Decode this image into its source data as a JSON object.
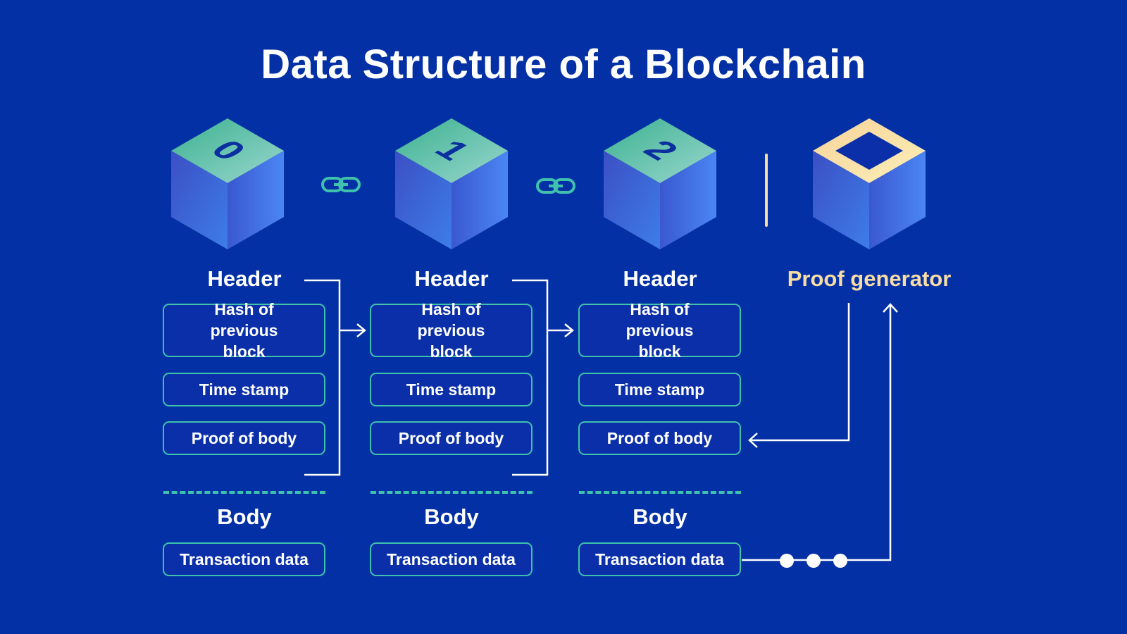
{
  "title": "Data Structure of a Blockchain",
  "colors": {
    "background": "#0330a4",
    "box_border": "#3ec2ae",
    "proof_accent": "#f8dca4",
    "text": "#ffffff"
  },
  "blocks": [
    {
      "number": "0",
      "header_label": "Header",
      "fields": [
        "Hash of previous block",
        "Time stamp",
        "Proof of body"
      ],
      "body_label": "Body",
      "body_field": "Transaction data"
    },
    {
      "number": "1",
      "header_label": "Header",
      "fields": [
        "Hash of previous block",
        "Time stamp",
        "Proof of body"
      ],
      "body_label": "Body",
      "body_field": "Transaction data"
    },
    {
      "number": "2",
      "header_label": "Header",
      "fields": [
        "Hash of previous block",
        "Time stamp",
        "Proof of body"
      ],
      "body_label": "Body",
      "body_field": "Transaction data"
    }
  ],
  "proof_generator": {
    "label": "Proof generator"
  },
  "icons": [
    "chain-link-icon",
    "chain-link-icon"
  ]
}
